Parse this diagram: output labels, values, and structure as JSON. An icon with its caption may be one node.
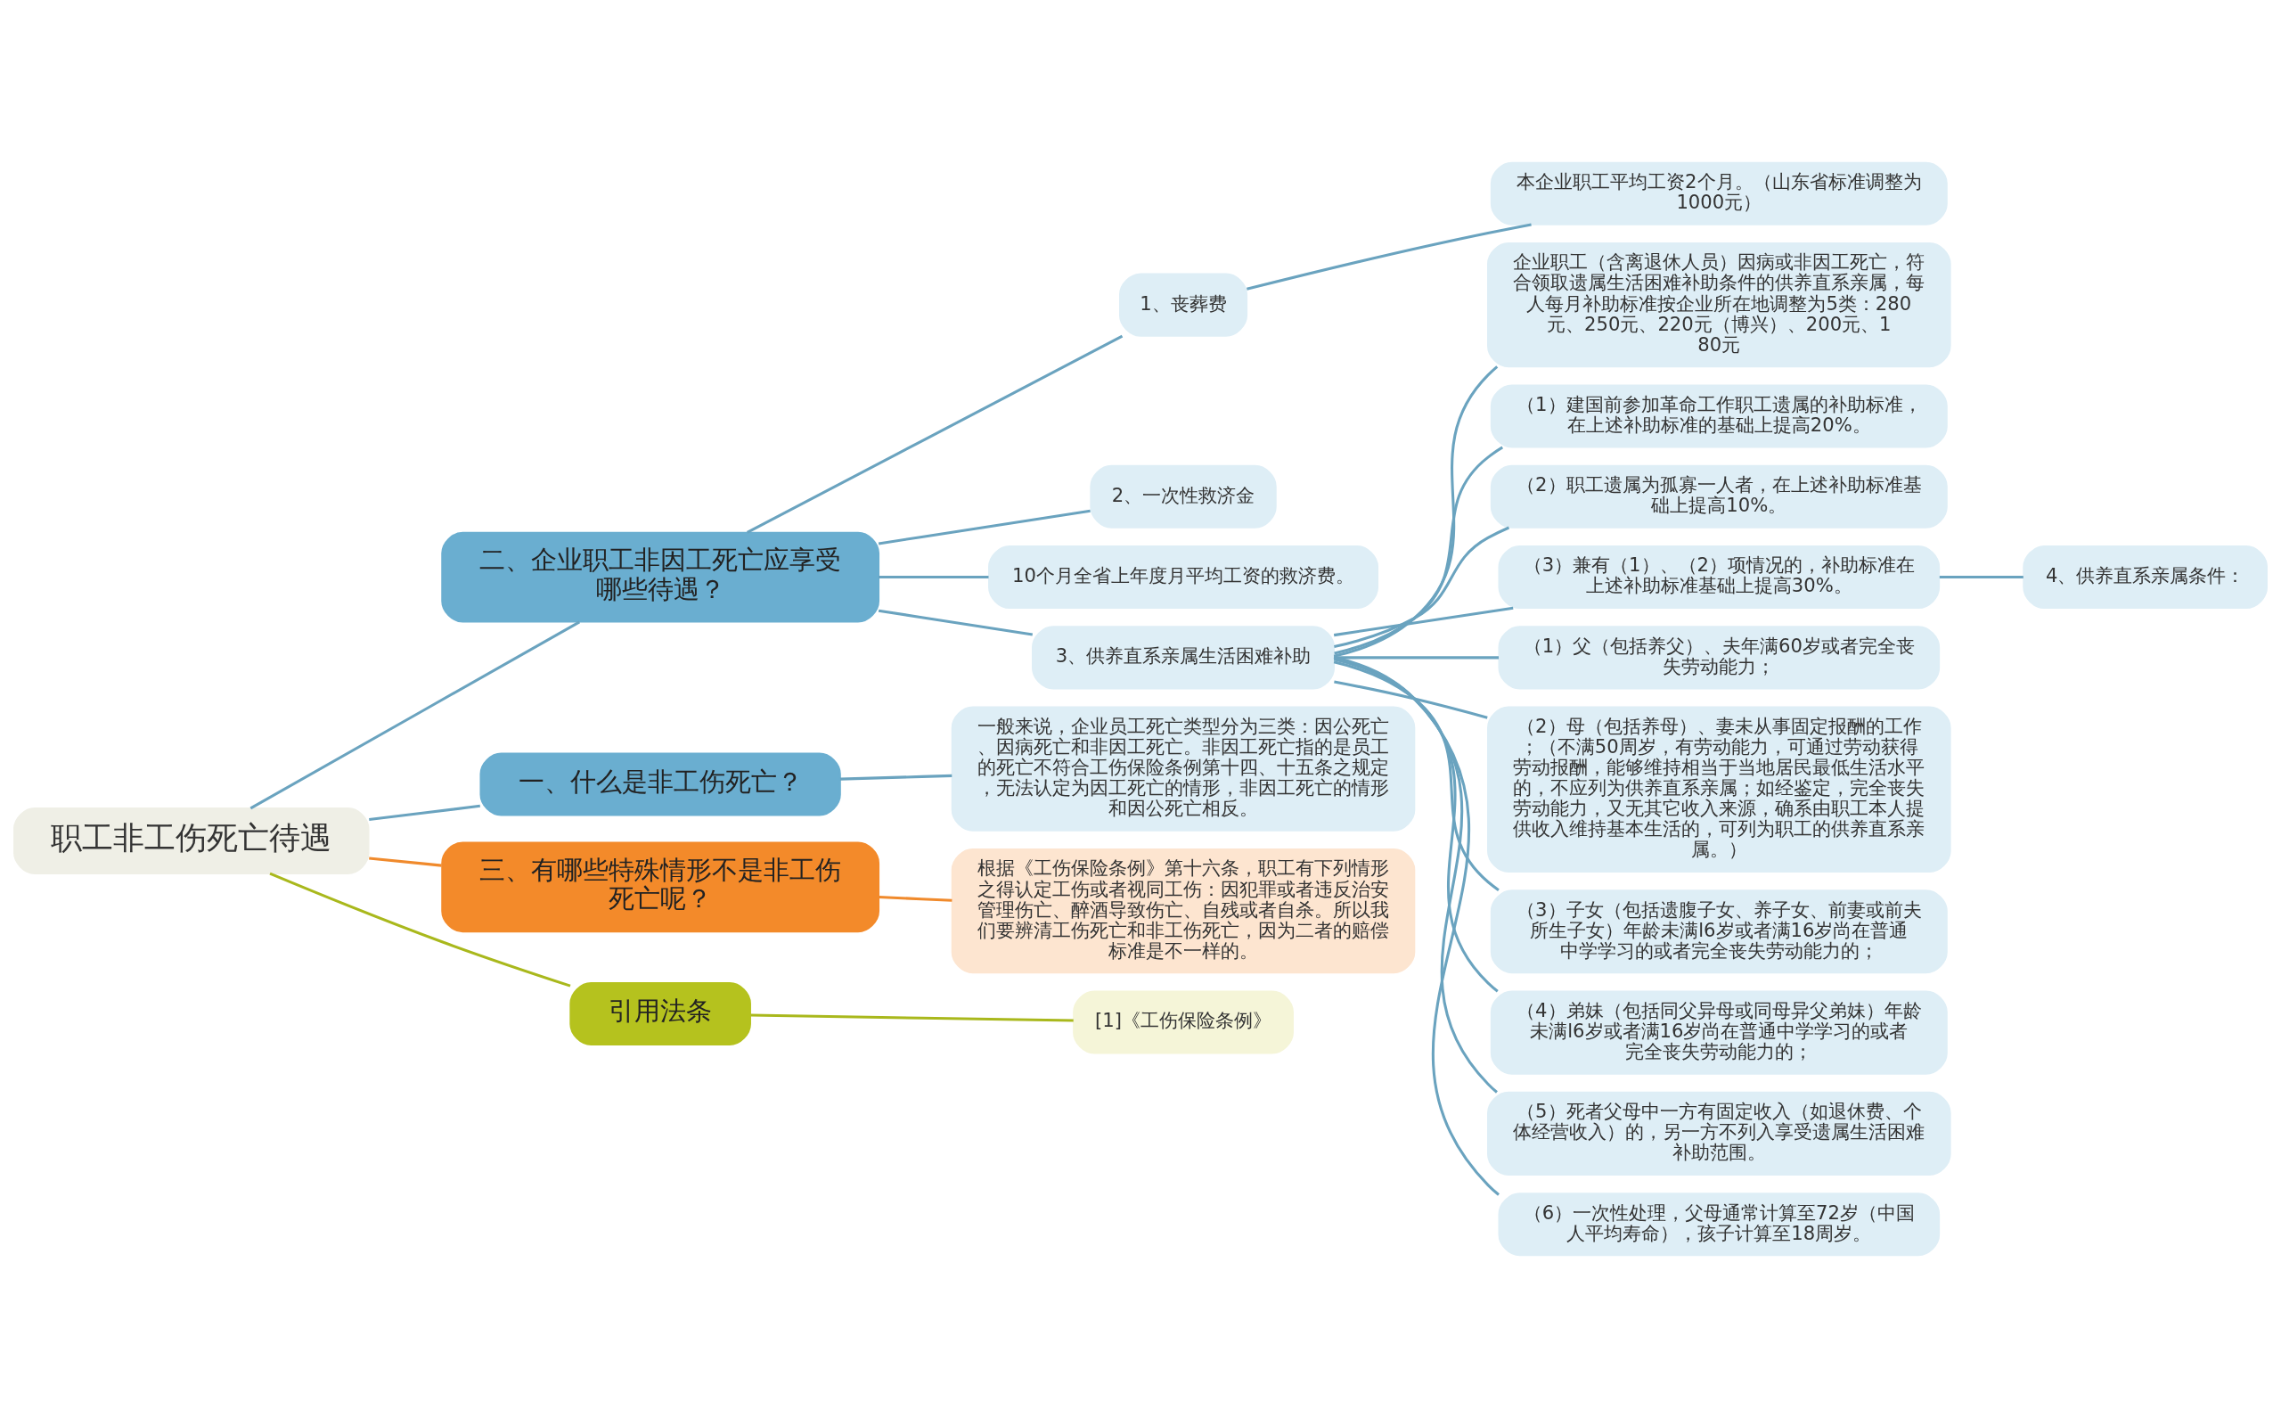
{
  "diagram": {
    "nodes": [
      {
        "text": [
          "职工非工伤死亡待遇"
        ]
      },
      {
        "text": [
          "二、企业职工非因工死亡应享受哪些待遇？"
        ]
      },
      {
        "text": [
          "1、丧葬费"
        ]
      },
      {
        "text": [
          "本企业职工平均工资2个月。（山东省标准调整为1000元）"
        ]
      },
      {
        "text": [
          "2、一次性救济金"
        ]
      },
      {
        "text": [
          "10个月全省上年度月平均工资的救济费。"
        ]
      },
      {
        "text": [
          "3、供养直系亲属生活困难补助"
        ]
      },
      {
        "text": [
          "企业职工（含离退休人员）因病或非因工死亡，符合领取遗属生活困难补助条件的供养直系亲属，每人每月补助标准按企业所在地调整为5类：280元、250元、220元（博兴）、200元、180元"
        ]
      },
      {
        "text": [
          "（1）建国前参加革命工作职工遗属的补助标准，在上述补助标准的基础上提高20%。"
        ]
      },
      {
        "text": [
          "（2）职工遗属为孤寡一人者，在上述补助标准基础上提高10%。"
        ]
      },
      {
        "text": [
          "（3）兼有（1）、（2）项情况的，补助标准在上述补助标准基础上提高30%。"
        ]
      },
      {
        "text": [
          "4、供养直系亲属条件："
        ]
      },
      {
        "text": [
          "（1）父（包括养父）、夫年满60岁或者完全丧失劳动能力；"
        ]
      },
      {
        "text": [
          "（2）母（包括养母）、妻未从事固定报酬的工作；（不满50周岁，有劳动能力，可通过劳动获得劳动报酬，能够维持相当于当地居民最低生活水平的，不应列为供养直系亲属；如经鉴定，完全丧失劳动能力，又无其它收入来源，确系由职工本人提供收入维持基本生活的，可列为职工的供养直系亲属。）"
        ]
      },
      {
        "text": [
          "（3）子女（包括遗腹子女、养子女、前妻或前夫所生子女）年龄未满l6岁或者满16岁尚在普通中学学习的或者完全丧失劳动能力的；"
        ]
      },
      {
        "text": [
          "（4）弟妹（包括同父异母或同母异父弟妹）年龄未满l6岁或者满16岁尚在普通中学学习的或者完全丧失劳动能力的；"
        ]
      },
      {
        "text": [
          "（5）死者父母中一方有固定收入（如退休费、个体经营收入）的，另一方不列入享受遗属生活困难补助范围。"
        ]
      },
      {
        "text": [
          "（6）一次性处理，父母通常计算至72岁（中国人平均寿命），孩子计算至18周岁。"
        ]
      },
      {
        "text": [
          "一、什么是非工伤死亡？"
        ]
      },
      {
        "text": [
          "一般来说，企业员工死亡类型分为三类：因公死亡、因病死亡和非因工死亡。非因工死亡指的是员工的死亡不符合工伤保险条例第十四、十五条之规定，无法认定为因工死亡的情形，非因工死亡的情形和因公死亡相反。"
        ]
      },
      {
        "text": [
          "三、有哪些特殊情形不是非工伤死亡呢？"
        ]
      },
      {
        "text": [
          "根据《工伤保险条例》第十六条，职工有下列情形之得认定工伤或者视同工伤：因犯罪或者违反治安管理伤亡、醉酒导致伤亡、自残或者自杀。所以我们要辨清工伤死亡和非工伤死亡，因为二者的赔偿标准是不一样的。"
        ]
      },
      {
        "text": [
          "引用法条"
        ]
      },
      {
        "text": [
          "[1]《工伤保险条例》"
        ]
      }
    ],
    "edges": [
      {
        "from": 0,
        "to": 1,
        "arrow": "none"
      },
      {
        "from": 1,
        "to": 2,
        "arrow": "none"
      },
      {
        "from": 2,
        "to": 3,
        "arrow": "none"
      },
      {
        "from": 1,
        "to": 4,
        "arrow": "none"
      },
      {
        "from": 1,
        "to": 5,
        "arrow": "none"
      },
      {
        "from": 1,
        "to": 6,
        "arrow": "none"
      },
      {
        "from": 6,
        "to": 7,
        "arrow": "none"
      },
      {
        "from": 6,
        "to": 8,
        "arrow": "none"
      },
      {
        "from": 6,
        "to": 9,
        "arrow": "none"
      },
      {
        "from": 6,
        "to": 10,
        "arrow": "none"
      },
      {
        "from": 10,
        "to": 11,
        "arrow": "none"
      },
      {
        "from": 6,
        "to": 12,
        "arrow": "none"
      },
      {
        "from": 6,
        "to": 13,
        "arrow": "none"
      },
      {
        "from": 6,
        "to": 14,
        "arrow": "none"
      },
      {
        "from": 6,
        "to": 15,
        "arrow": "none"
      },
      {
        "from": 6,
        "to": 16,
        "arrow": "none"
      },
      {
        "from": 6,
        "to": 17,
        "arrow": "none"
      },
      {
        "from": 0,
        "to": 18,
        "arrow": "none"
      },
      {
        "from": 18,
        "to": 19,
        "arrow": "none"
      },
      {
        "from": 0,
        "to": 20,
        "arrow": "none",
        "color": "#f08a2c"
      },
      {
        "from": 20,
        "to": 21,
        "arrow": "none",
        "color": "#f08a2c"
      },
      {
        "from": 0,
        "to": 22,
        "arrow": "none",
        "color": "#a9b81c"
      },
      {
        "from": 22,
        "to": 23,
        "arrow": "none",
        "color": "#a9b81c"
      }
    ]
  }
}
